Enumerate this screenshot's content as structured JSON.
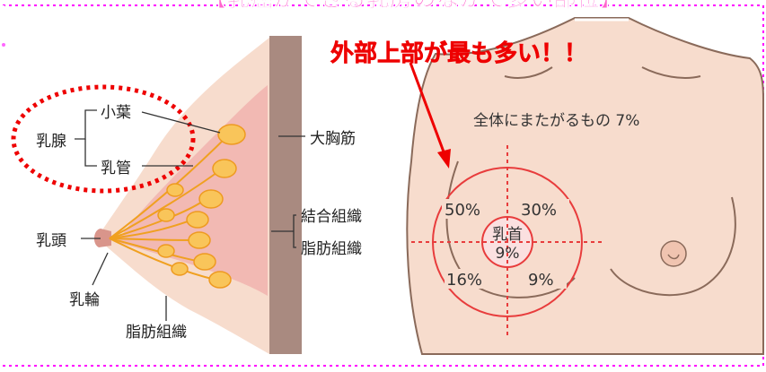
{
  "banner": {
    "title": "【乳癌ができる乳房のなかで多い部位】"
  },
  "cross_section": {
    "labels": {
      "mammary_gland": "乳腺",
      "lobule": "小葉",
      "duct": "乳管",
      "pectoral_muscle": "大胸筋",
      "connective_tissue": "結合組織",
      "fat_tissue_inner": "脂肪組織",
      "nipple": "乳頭",
      "areola": "乳輪",
      "fat_tissue_bottom": "脂肪組織"
    }
  },
  "torso": {
    "annotation": "外部上部が最も多い！！",
    "whole_area": "全体にまたがるもの 7%",
    "quadrants": {
      "upper_outer": "50%",
      "upper_inner": "30%",
      "lower_outer": "16%",
      "lower_inner": "9%"
    },
    "center_label": "乳首",
    "center_value": "9%"
  },
  "colors": {
    "banner_text": "#ff66cc",
    "frame_border": "#ff00ff",
    "annotation_red": "#ee0000",
    "skin": "#f7dccd",
    "muscle": "#a98a80",
    "gland": "#f7a92e",
    "target_red": "#e83c3c"
  }
}
